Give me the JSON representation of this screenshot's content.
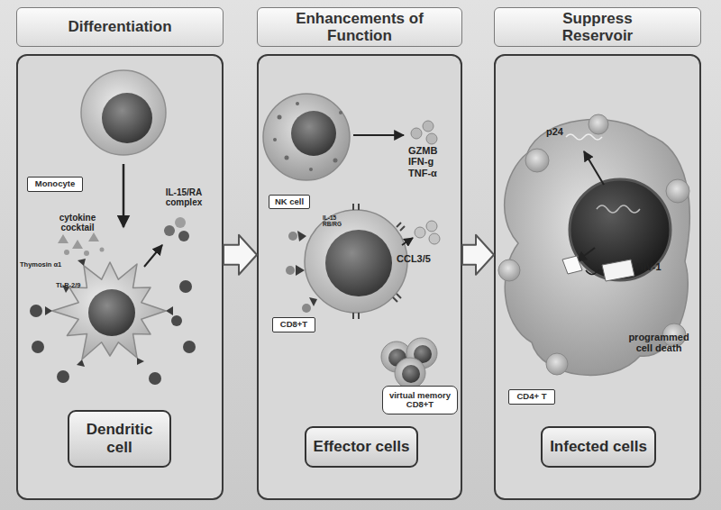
{
  "diagram": {
    "nodes": [
      {
        "text": [
          "Differentiation"
        ]
      },
      {
        "text": [
          "Monocyte"
        ],
        "in": 0
      },
      {
        "text": [
          "Dendritic cell"
        ],
        "in": 0
      },
      {
        "text": [
          "Enhancements of Function"
        ]
      },
      {
        "text": [
          "NK cell"
        ],
        "in": 3
      },
      {
        "text": [
          "CD8+T"
        ],
        "in": 3
      },
      {
        "text": [
          "virtual memory CD8+T"
        ],
        "in": 3
      },
      {
        "text": [
          "Effector cells"
        ],
        "in": 3
      },
      {
        "text": [
          "Suppress Reservoir"
        ]
      },
      {
        "text": [
          "CD4+ T"
        ],
        "in": 8
      },
      {
        "text": [
          "Infected cells"
        ],
        "in": 8
      }
    ],
    "edges": [
      {
        "from": 0,
        "to": 3,
        "arrow": "to"
      },
      {
        "from": 3,
        "to": 8,
        "arrow": "to"
      }
    ],
    "labels": [
      "cytokine cocktail",
      "IL-15/RA complex",
      "Thymosin α1",
      "TLR-2/9",
      "GZMB IFN-g TNF-α",
      "IL-15 RB/RG",
      "CCL3/5",
      "p24",
      "HIV-1",
      "programmed cell death"
    ]
  }
}
